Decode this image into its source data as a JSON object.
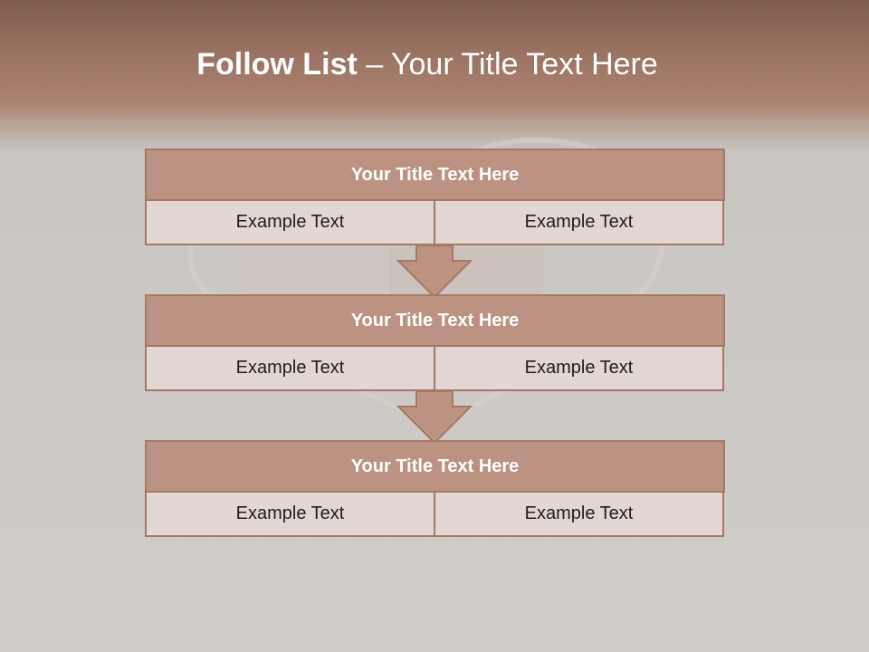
{
  "slide": {
    "title_bold": "Follow List",
    "title_rest": "  – Your Title Text Here"
  },
  "blocks": [
    {
      "title": "Your Title Text Here",
      "left": "Example Text",
      "right": "Example Text"
    },
    {
      "title": "Your Title Text Here",
      "left": "Example Text",
      "right": "Example Text"
    },
    {
      "title": "Your Title Text Here",
      "left": "Example Text",
      "right": "Example Text"
    }
  ],
  "colors": {
    "header": "#9a7261",
    "block_title_fill": "#bc9382",
    "block_border": "#a67866",
    "cell_fill": "#e2d7d3",
    "arrow_fill": "#bc9382"
  }
}
